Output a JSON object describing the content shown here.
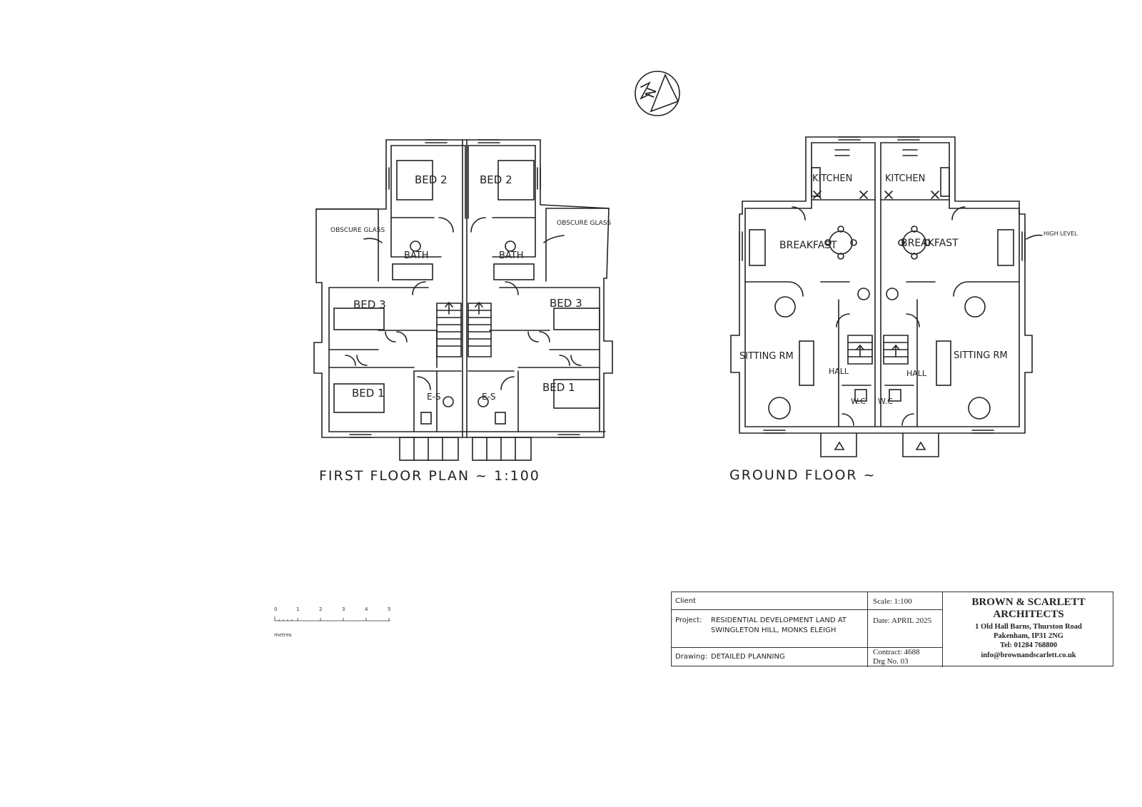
{
  "drawing": {
    "first_floor": {
      "title": "FIRST FLOOR PLAN ~ 1:100",
      "rooms": [
        "BED 2",
        "BED 2",
        "BATH",
        "BATH",
        "BED 3",
        "BED 3",
        "BED 1",
        "BED 1",
        "E-S",
        "E-S"
      ],
      "notes": [
        "OBSCURE GLASS",
        "OBSCURE GLASS"
      ]
    },
    "ground_floor": {
      "title": "GROUND FLOOR ~",
      "rooms": [
        "KITCHEN",
        "KITCHEN",
        "BREAKFAST",
        "BREAKFAST",
        "SITTING RM",
        "SITTING RM",
        "HALL",
        "HALL",
        "W.C",
        "W.C"
      ],
      "notes": [
        "HIGH LEVEL"
      ]
    },
    "north_arrow": "N"
  },
  "scale_bar": {
    "ticks": [
      "0",
      "1",
      "2",
      "3",
      "4",
      "5"
    ],
    "unit": "metres"
  },
  "title_block": {
    "client_label": "Client",
    "project_label": "Project:",
    "project_line1": "RESIDENTIAL DEVELOPMENT LAND AT",
    "project_line2": "SWINGLETON HILL, MONKS ELEIGH",
    "drawing_label": "Drawing:",
    "drawing_value": "DETAILED PLANNING",
    "scale": "Scale: 1:100",
    "date": "Date: APRIL 2025",
    "contract": "Contract: 4688",
    "drg_no": "Drg No.   03",
    "firm_name1": "BROWN & SCARLETT",
    "firm_name2": "ARCHITECTS",
    "addr1": "1 Old Hall Barns, Thurston Road",
    "addr2": "Pakenham, IP31 2NG",
    "tel": "Tel:  01284 768800",
    "email": "info@brownandscarlett.co.uk"
  }
}
